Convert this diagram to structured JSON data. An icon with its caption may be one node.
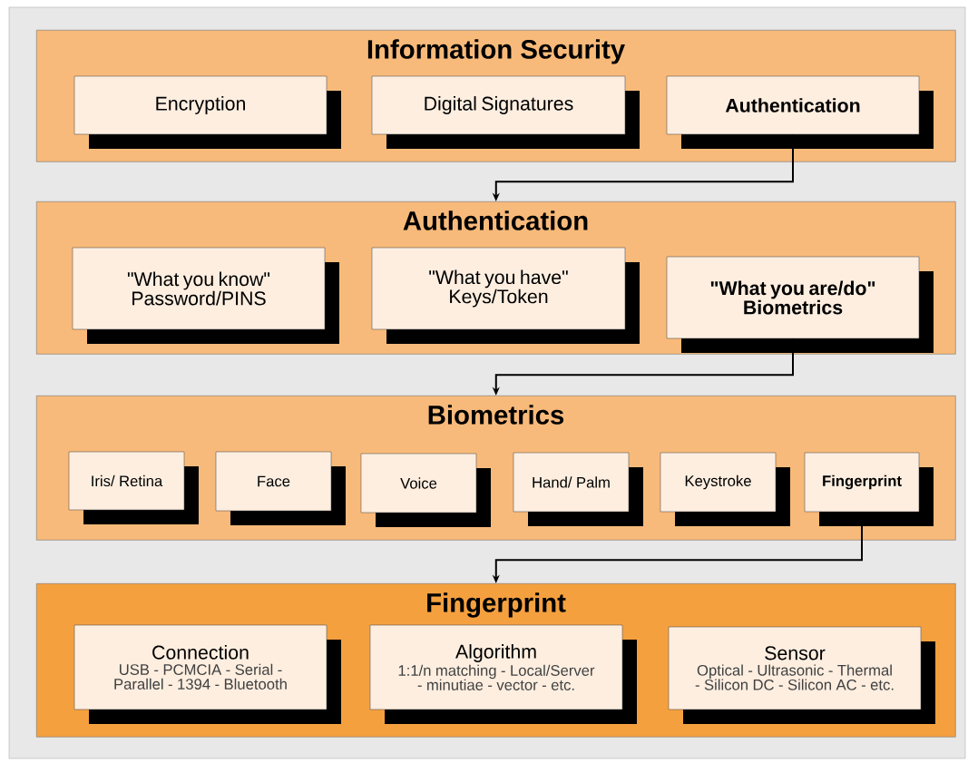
{
  "diagram": {
    "nodes": [
      {
        "text": [
          "Information Security"
        ]
      },
      {
        "text": [
          "Encryption"
        ],
        "in": 0
      },
      {
        "text": [
          "Digital Signatures"
        ],
        "in": 0
      },
      {
        "text": [
          "Authentication"
        ],
        "in": 0
      },
      {
        "text": [
          "Authentication"
        ]
      },
      {
        "text": [
          "\"What you know\" Password/PINS"
        ],
        "in": 4
      },
      {
        "text": [
          "\"What you have\" Keys/Token"
        ],
        "in": 4
      },
      {
        "text": [
          "\"What you are/do\" Biometrics"
        ],
        "in": 4
      },
      {
        "text": [
          "Biometrics"
        ]
      },
      {
        "text": [
          "Iris/ Retina"
        ],
        "in": 8
      },
      {
        "text": [
          "Face"
        ],
        "in": 8
      },
      {
        "text": [
          "Voice"
        ],
        "in": 8
      },
      {
        "text": [
          "Hand/ Palm"
        ],
        "in": 8
      },
      {
        "text": [
          "Keystroke"
        ],
        "in": 8
      },
      {
        "text": [
          "Fingerprint"
        ],
        "in": 8
      },
      {
        "text": [
          "Fingerprint"
        ]
      },
      {
        "text": [
          "Connection",
          "USB - PCMCIA - Serial - Parallel - 1394 - Bluetooth"
        ],
        "in": 15
      },
      {
        "text": [
          "Algorithm",
          "1:1/n matching - Local/Server - minutiae - vector - etc."
        ],
        "in": 15
      },
      {
        "text": [
          "Sensor",
          "Optical - Ultrasonic - Thermal - Silicon DC - Silicon AC - etc."
        ],
        "in": 15
      }
    ],
    "edges": [
      {
        "from": 3,
        "to": 4,
        "arrow": "to"
      },
      {
        "from": 7,
        "to": 8,
        "arrow": "to"
      },
      {
        "from": 14,
        "to": 15,
        "arrow": "to"
      }
    ]
  }
}
